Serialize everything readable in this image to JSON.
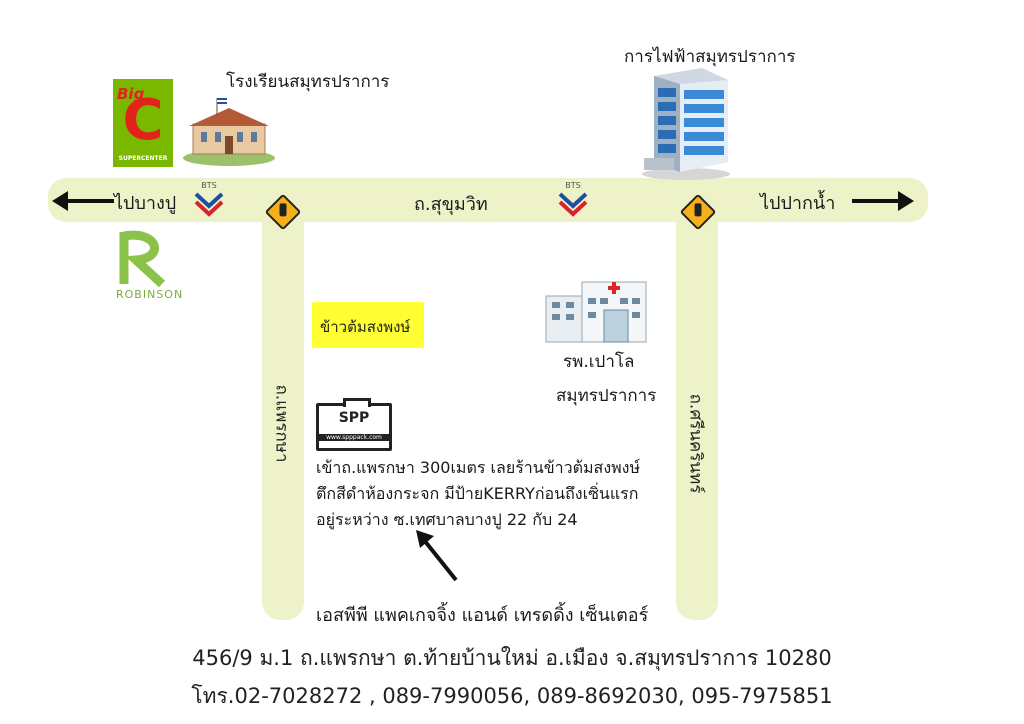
{
  "landmarks": {
    "bigc_brand": "Big",
    "bigc_letter": "C",
    "bigc_sub": "SUPERCENTER",
    "school": "โรงเรียนสมุทรปราการ",
    "electricity": "การไฟฟ้าสมุทรปราการ",
    "robinson": "ROBINSON",
    "khao_tom": "ข้าวต้มสงพงษ์",
    "hospital_line1": "รพ.เปาโล",
    "hospital_line2": "สมุทรปราการ",
    "spp_logo": "SPP",
    "spp_logo_sub": "www.spppack.com",
    "bts": "BTS"
  },
  "roads": {
    "sukhumvit": "ถ.สุขุมวิท",
    "to_bangpu": "ไปบางปู",
    "to_paknam": "ไปปากน้ำ",
    "praeksa": "ถ.แพรกษา",
    "srinakarin": "ถ.ศรีนครินทร์"
  },
  "directions": {
    "line1": "เข้าถ.แพรกษา 300เมตร เลยร้านข้าวต้มสงพงษ์",
    "line2": "ตึกสีดำห้องกระจก มีป้ายKERRYก่อนถึงเซิ่นแรก",
    "line3": "อยู่ระหว่าง ซ.เทศบาลบางปู 22 กับ 24"
  },
  "company": {
    "name": "เอสพีพี แพคเกจจิ้ง แอนด์ เทรดดิ้ง เซ็นเตอร์",
    "address": "456/9 ม.1 ถ.แพรกษา ต.ท้ายบ้านใหม่ อ.เมือง จ.สมุทรปราการ 10280",
    "phones": "โทร.02-7028272 , 089-7990056, 089-8692030, 095-7975851"
  },
  "colors": {
    "road": "#eef2c9",
    "bigc_green": "#7ab800",
    "bigc_red": "#e2231a",
    "robinson_green": "#8bc34a",
    "highlight_yellow": "#ffff33",
    "traffic_sign": "#f6b11a"
  }
}
